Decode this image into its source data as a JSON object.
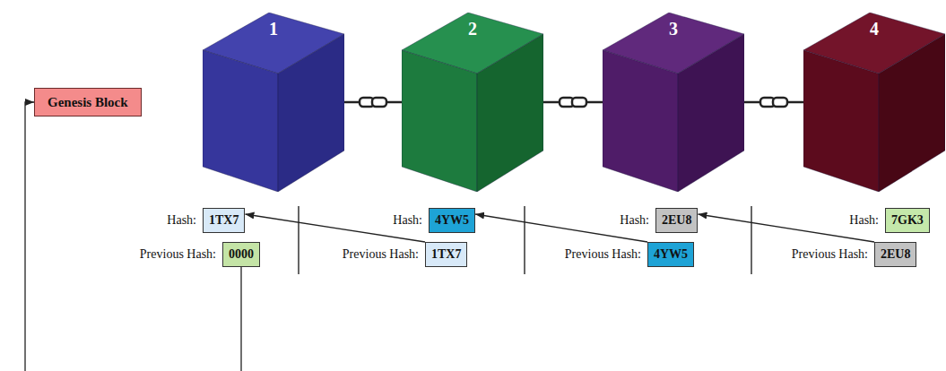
{
  "diagram": {
    "nodes": [
      {
        "text": [
          "Genesis Block"
        ]
      },
      {
        "text": [
          "1"
        ]
      },
      {
        "text": [
          "2"
        ]
      },
      {
        "text": [
          "3"
        ]
      },
      {
        "text": [
          "4"
        ]
      },
      {
        "text": [
          "1TX7"
        ]
      },
      {
        "text": [
          "0000"
        ]
      },
      {
        "text": [
          "4YW5"
        ]
      },
      {
        "text": [
          "1TX7"
        ]
      },
      {
        "text": [
          "2EU8"
        ]
      },
      {
        "text": [
          "4YW5"
        ]
      },
      {
        "text": [
          "7GK3"
        ]
      },
      {
        "text": [
          "2EU8"
        ]
      }
    ],
    "edges": [
      {
        "from": 1,
        "to": 2,
        "arrow": "none"
      },
      {
        "from": 2,
        "to": 3,
        "arrow": "none"
      },
      {
        "from": 3,
        "to": 4,
        "arrow": "none"
      },
      {
        "from": 8,
        "to": 5,
        "arrow": "to"
      },
      {
        "from": 10,
        "to": 7,
        "arrow": "to"
      },
      {
        "from": 12,
        "to": 9,
        "arrow": "to"
      },
      {
        "from": 6,
        "to": 0,
        "arrow": "to"
      }
    ],
    "labels": [
      "Hash:",
      "Previous Hash:",
      "Hash:",
      "Previous Hash:",
      "Hash:",
      "Previous Hash:",
      "Hash:",
      "Previous Hash:"
    ]
  }
}
